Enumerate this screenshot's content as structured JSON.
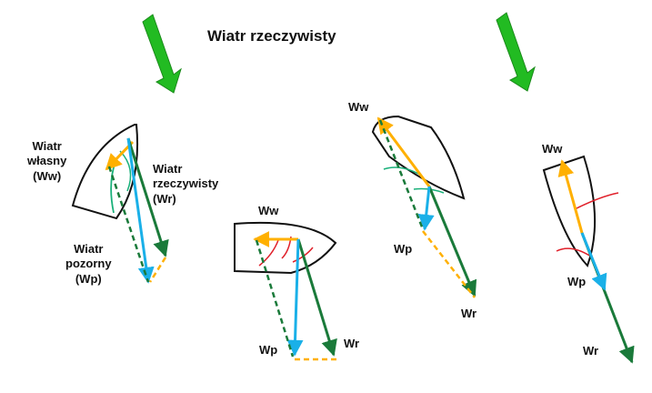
{
  "title": "Wiatr rzeczywisty",
  "labels": {
    "own_wind": [
      "Wiatr",
      "własny",
      "(Ww)"
    ],
    "true_wind": [
      "Wiatr",
      "rzeczywisty",
      "(Wr)"
    ],
    "apparent_wind": [
      "Wiatr",
      "pozorny",
      "(Wp)"
    ],
    "ww": "Ww",
    "wp": "Wp",
    "wr": "Wr"
  },
  "colors": {
    "true_wind_arrow_big": "#22bb22",
    "true_wind_vector": "#1a7a3a",
    "own_wind": "#ffb000",
    "apparent_wind": "#1ab0e8",
    "hull": "#111111",
    "sail_arc_green": "#19b07a",
    "sail_arc_red": "#e0202a"
  }
}
